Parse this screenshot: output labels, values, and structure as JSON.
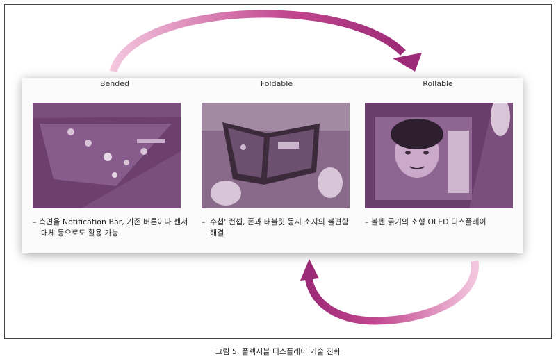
{
  "stages": [
    {
      "label": "Bended",
      "image_icon": "bended-phone-image",
      "desc_lines": [
        "– 측면을 Notification Bar, 기존 버튼이나 센서",
        "대체 등으로도 활용 가능"
      ]
    },
    {
      "label": "Foldable",
      "image_icon": "foldable-tablet-image",
      "desc_lines": [
        "– '수첩' 컨셉, 폰과 태블릿 동시 소지의 불편함",
        "해결"
      ]
    },
    {
      "label": "Rollable",
      "image_icon": "rollable-display-image",
      "desc_lines": [
        "– 볼펜 굵기의 소형 OLED 디스플레이"
      ]
    }
  ],
  "caption": "그림 5. 플렉시블 디스플레이 기술 진화",
  "colors": {
    "accent": "#9c2a76",
    "photo": "#7b4f7c"
  }
}
